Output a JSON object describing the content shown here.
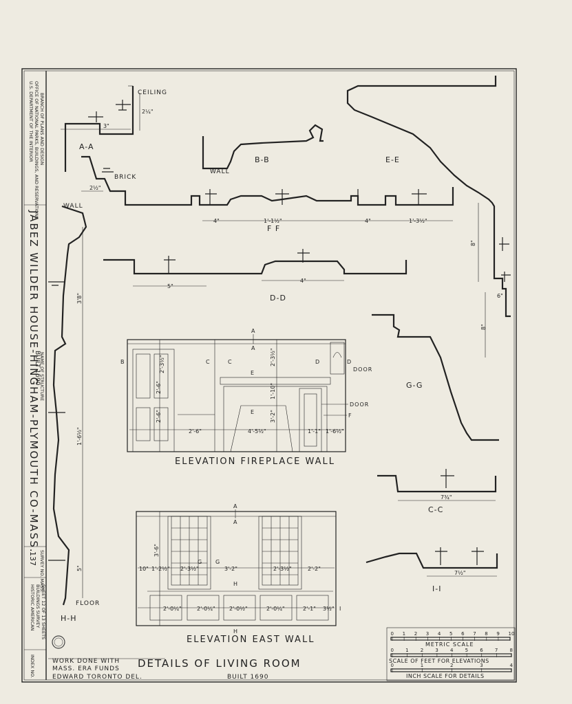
{
  "title_block": {
    "agency_line1": "U.S. DEPARTMENT OF THE INTERIOR",
    "agency_line2": "OFFICE OF NATIONAL PARKS, BUILDINGS, AND RESERVATIONS",
    "agency_line3": "BRANCH OF PLANS AND DESIGN",
    "structure_name": "JABEZ WILDER HOUSE-HINGHAM-PLYMOUTH CO-MASS.",
    "name_of_structure_caption": "NAME OF STRUCTURE",
    "built": "BUILT 1690",
    "survey_no_caption": "SURVEY NO. MASS.",
    "survey_no": "137",
    "habs_line1": "HISTORIC AMERICAN",
    "habs_line2": "BUILDINGS SURVEY",
    "sheet": "SHEET 12 OF 13 SHEETS",
    "index_no": "INDEX NO."
  },
  "sections": {
    "aa": "A-A",
    "bb": "B-B",
    "ee": "E-E",
    "ff": "F F",
    "dd": "D-D",
    "gg": "G-G",
    "cc": "C-C",
    "ii": "I-I",
    "hh": "H-H"
  },
  "notes": {
    "ceiling": "CEILING",
    "brick": "BRICK",
    "wall1": "WALL",
    "wall2": "WALL",
    "floor": "FLOOR",
    "door1": "DOOR",
    "door2": "DOOR"
  },
  "dimensions": {
    "aa_3": "3\"",
    "aa_2": "2¼\"",
    "brick_2": "2½\"",
    "ff_4a": "4\"",
    "ff_11": "1'-1½\"",
    "ff_4b": "4\"",
    "ff_13": "1'-3½\"",
    "dd_5": "5\"",
    "dd_4": "4\"",
    "gg_8a": "8\"",
    "gg_6": "6\"",
    "gg_8b": "8\"",
    "hh_3": "3'8\"",
    "hh_16": "1'-6½\"",
    "hh_5": "5\"",
    "cc_7": "7¾\"",
    "ii_7": "7½\""
  },
  "fireplace_elevation": {
    "caption": "ELEVATION FIREPLACE WALL",
    "marks": {
      "a_top": "A",
      "a_bot": "A",
      "b": "B",
      "c": "C",
      "c2": "C",
      "d": "D",
      "d2": "D",
      "e": "E",
      "e2": "E",
      "f": "F"
    },
    "dims": {
      "h1": "2'-3½\"",
      "h2": "2'-6\"",
      "h3": "2'-6\"",
      "h4": "2'-3½\"",
      "h5": "1'-10\"",
      "h6": "3'-2\"",
      "w1": "2'-6\"",
      "w2": "4'-5½\"",
      "w3": "1'-1\"",
      "w4": "1'-6½\""
    }
  },
  "east_elevation": {
    "caption": "ELEVATION EAST WALL",
    "marks": {
      "a_top": "A",
      "a_bot": "A",
      "g": "G",
      "g2": "G",
      "h_top": "H",
      "h_bot": "H",
      "i": "I"
    },
    "dims": {
      "h1": "3'-6\"",
      "w1": "10\"",
      "w2": "1'-2½\"",
      "w3": "2'-3½\"",
      "w4": "3'-2\"",
      "w5": "2'-3½\"",
      "w6": "2'-2\"",
      "p1": "2'-0¼\"",
      "p2": "2'-0¼\"",
      "p3": "2'-0½\"",
      "p4": "2'-0¼\"",
      "p5": "2'-1\"",
      "p6": "3½\""
    }
  },
  "scales": {
    "metric_label": "METRIC SCALE",
    "metric_ticks": [
      "0",
      "1",
      "2",
      "3",
      "4",
      "5",
      "6",
      "7",
      "8",
      "9",
      "10"
    ],
    "elev_label": "SCALE OF FEET FOR ELEVATIONS",
    "elev_ticks": [
      "0",
      "1",
      "2",
      "3",
      "4",
      "5",
      "6",
      "7",
      "8"
    ],
    "detail_label": "INCH SCALE FOR DETAILS",
    "detail_ticks": [
      "0",
      "1",
      "2",
      "3",
      "4"
    ]
  },
  "footer": {
    "work_line1": "WORK DONE WITH",
    "work_line2": "MASS. ERA FUNDS",
    "delineator": "EDWARD TORONTO DEL.",
    "sheet_title": "DETAILS OF LIVING ROOM",
    "built": "BUILT 1690"
  }
}
